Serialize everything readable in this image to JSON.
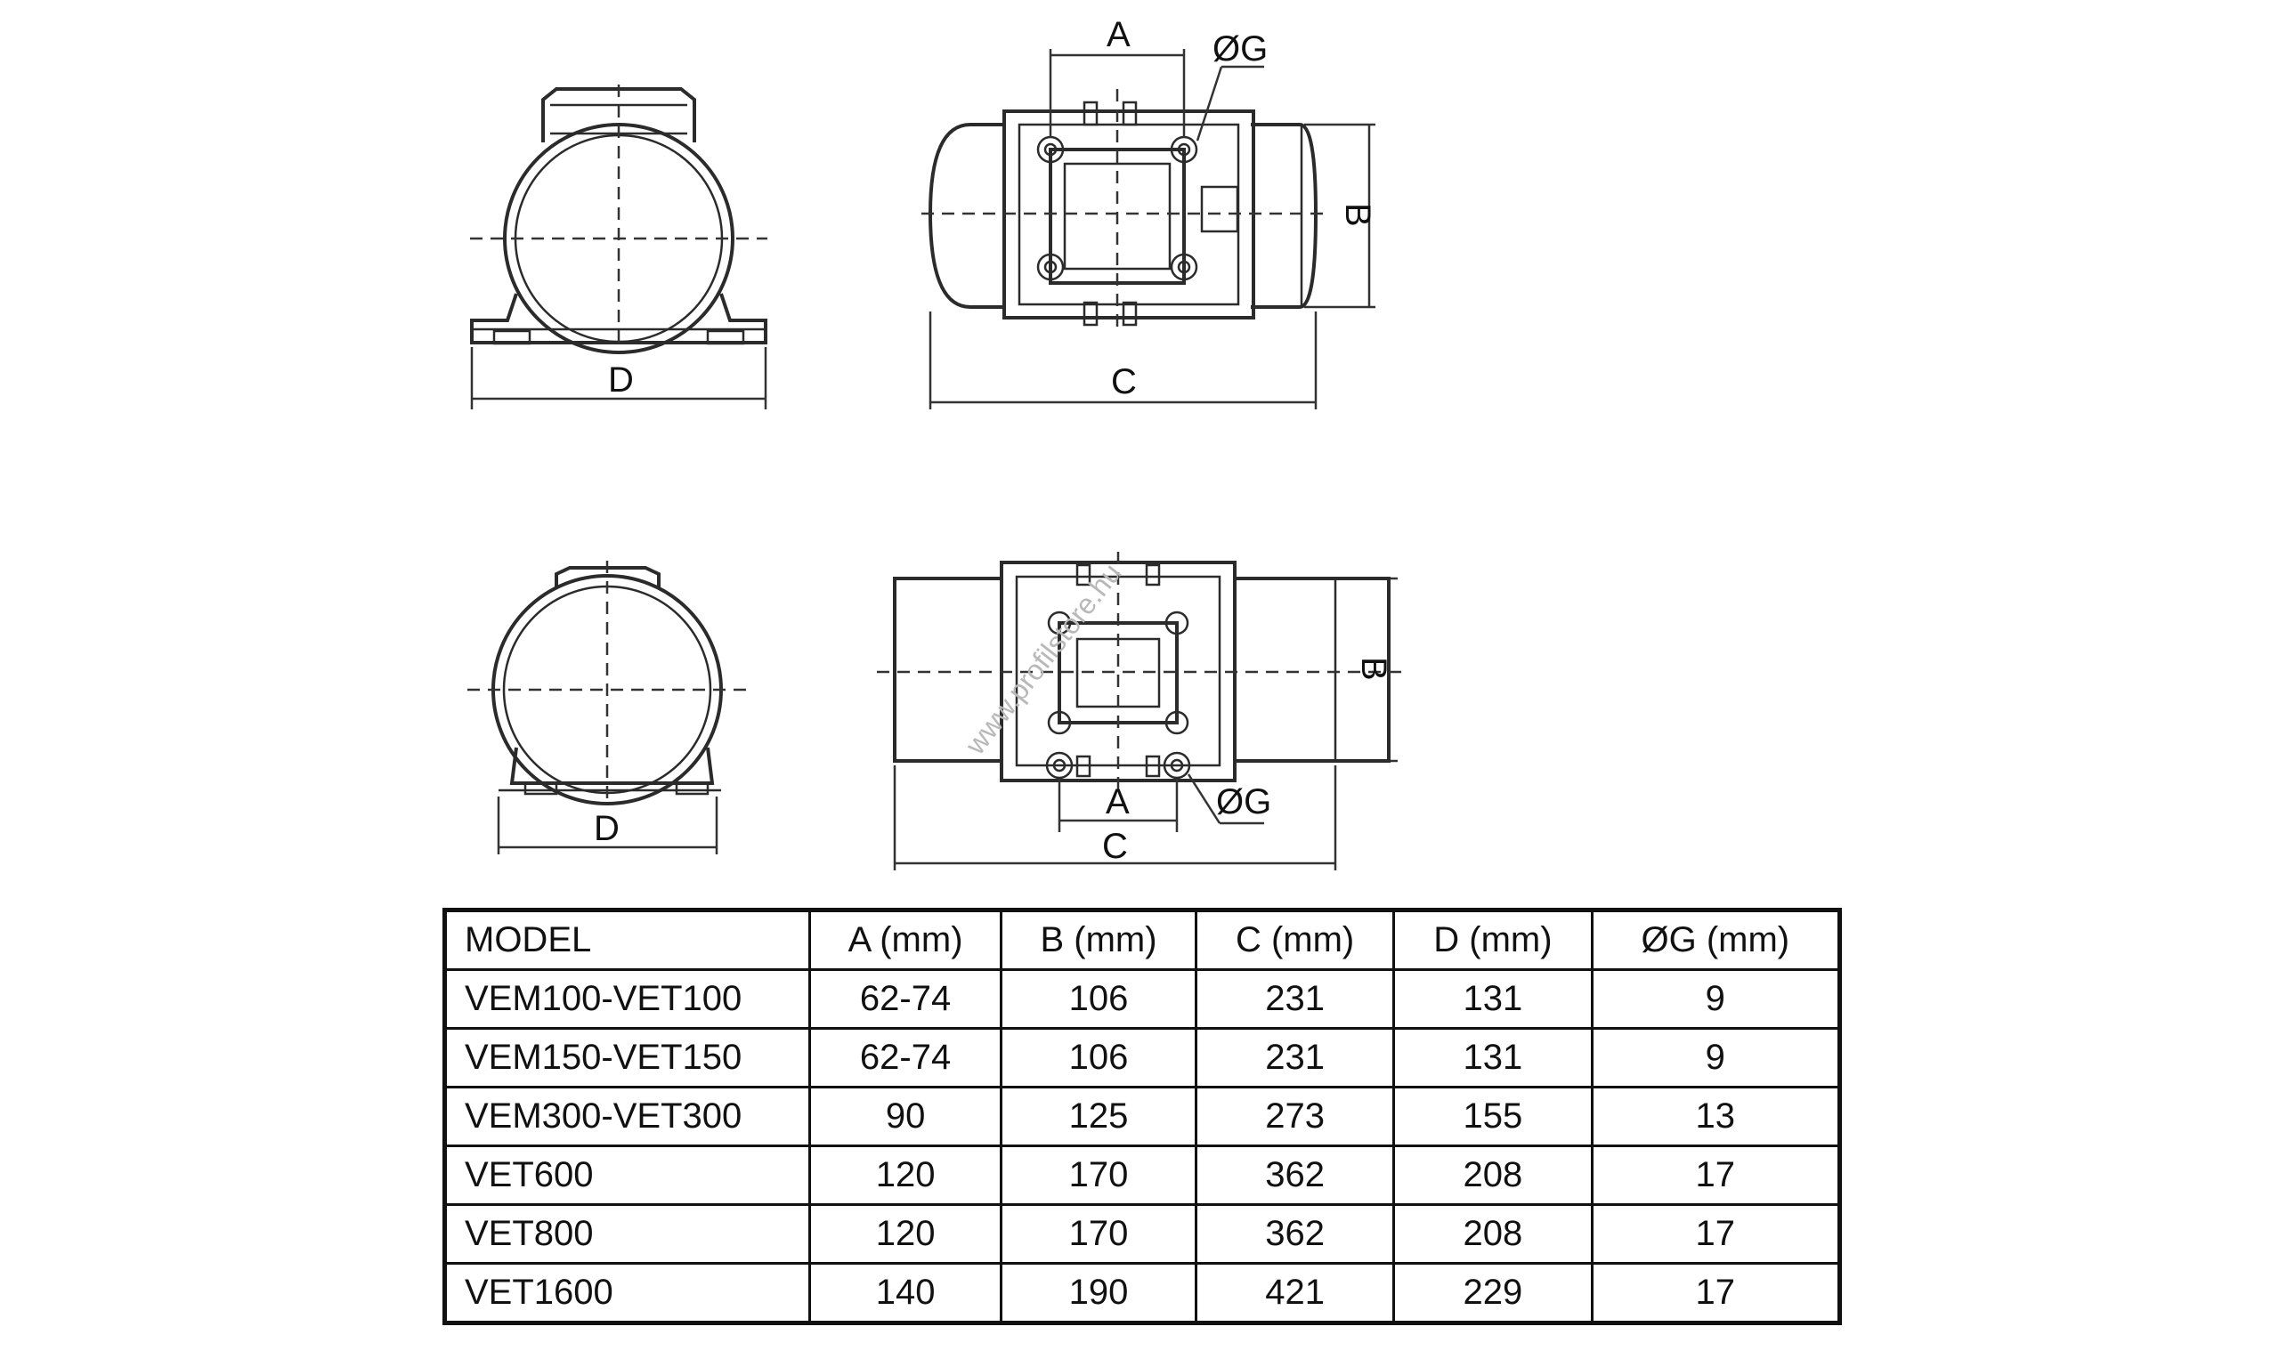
{
  "drawing": {
    "labels": {
      "a": "A",
      "b": "B",
      "c": "C",
      "d": "D",
      "g": "ØG"
    },
    "watermark": "www.profilstore.hu"
  },
  "table": {
    "headers": [
      "MODEL",
      "A (mm)",
      "B (mm)",
      "C (mm)",
      "D (mm)",
      "ØG (mm)"
    ],
    "rows": [
      [
        "VEM100-VET100",
        "62-74",
        "106",
        "231",
        "131",
        "9"
      ],
      [
        "VEM150-VET150",
        "62-74",
        "106",
        "231",
        "131",
        "9"
      ],
      [
        "VEM300-VET300",
        "90",
        "125",
        "273",
        "155",
        "13"
      ],
      [
        "VET600",
        "120",
        "170",
        "362",
        "208",
        "17"
      ],
      [
        "VET800",
        "120",
        "170",
        "362",
        "208",
        "17"
      ],
      [
        "VET1600",
        "140",
        "190",
        "421",
        "229",
        "17"
      ]
    ]
  }
}
